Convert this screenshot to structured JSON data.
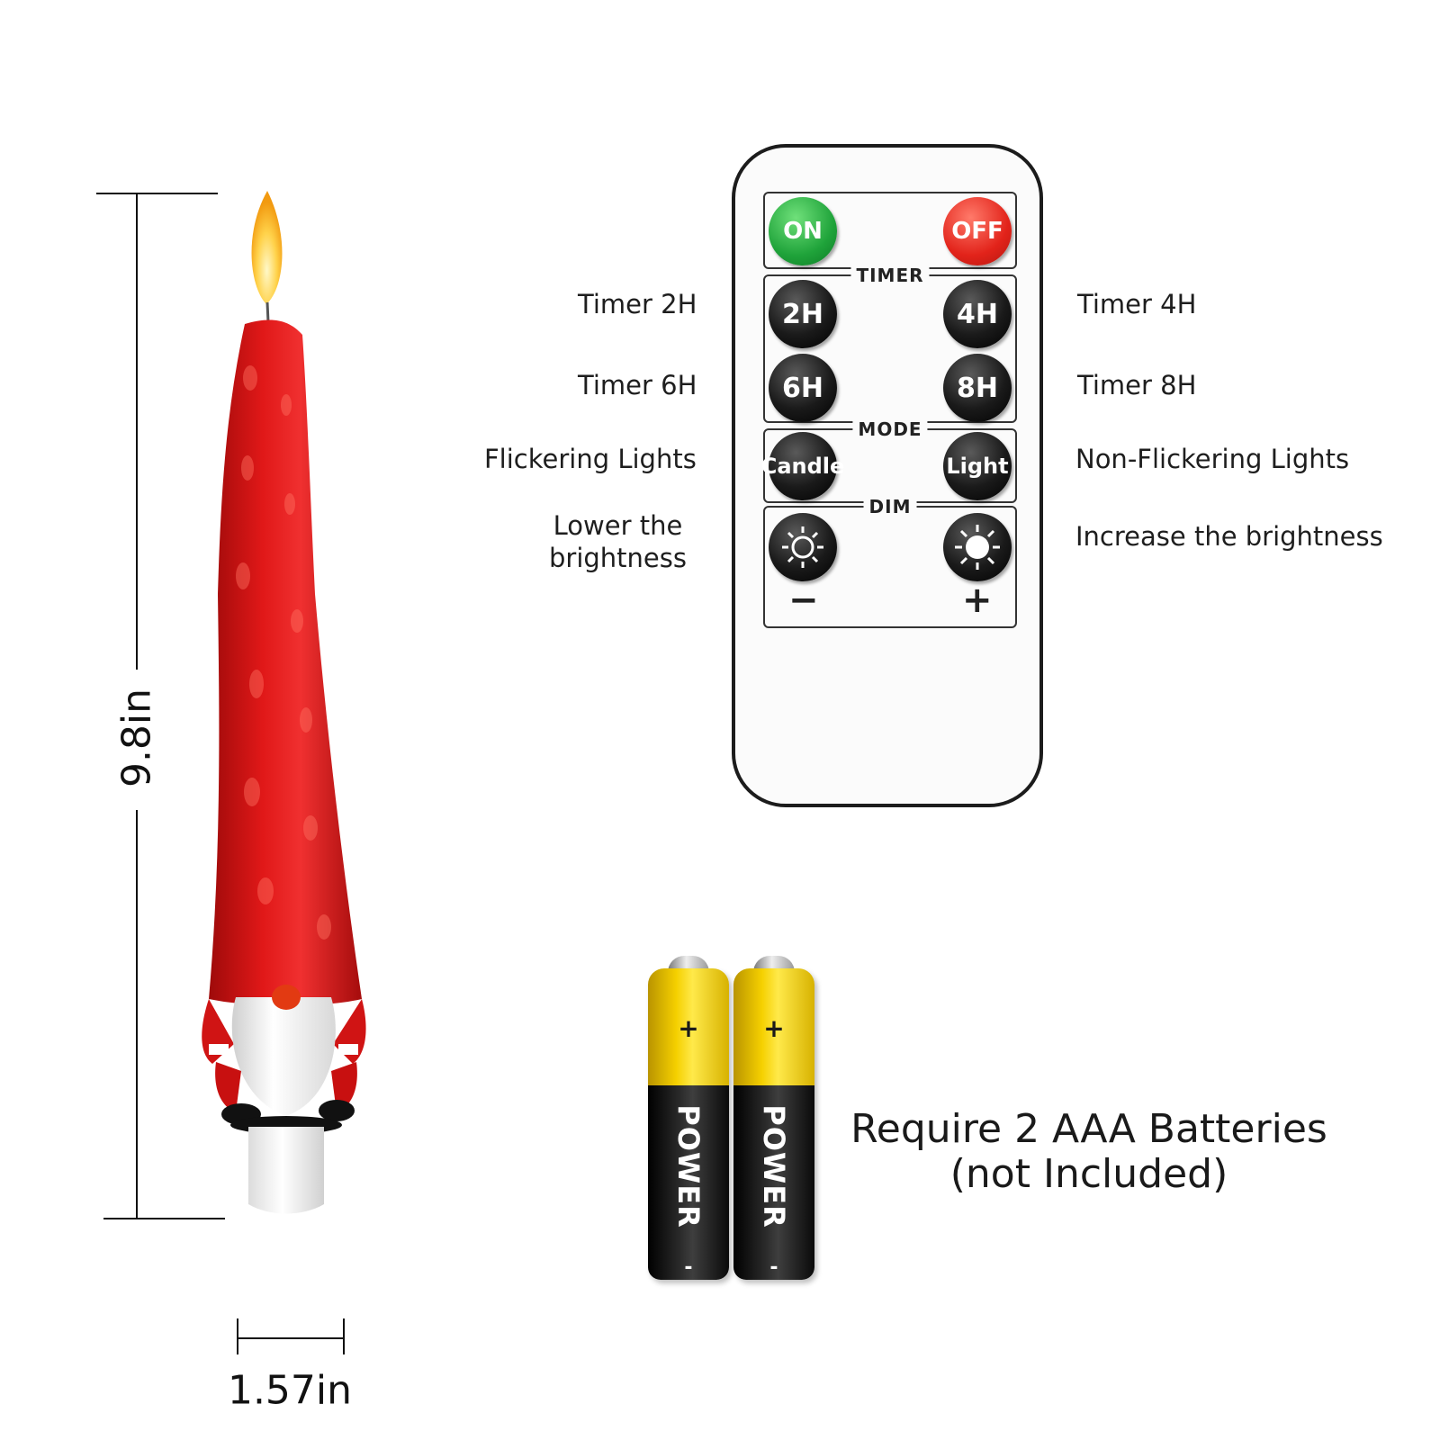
{
  "dimensions": {
    "height": "9.8in",
    "width": "1.57in"
  },
  "remote": {
    "power": {
      "on_label": "ON",
      "off_label": "OFF",
      "on_color": "#1fa33a",
      "off_color": "#e2231a"
    },
    "timer": {
      "title": "TIMER",
      "buttons": [
        "2H",
        "4H",
        "6H",
        "8H"
      ]
    },
    "mode": {
      "title": "MODE",
      "buttons": [
        "Candle",
        "Light"
      ]
    },
    "dim": {
      "title": "DIM",
      "minus": "−",
      "plus": "+",
      "icons": [
        "sun-dim-icon",
        "sun-bright-icon"
      ]
    }
  },
  "callouts": {
    "timer_2h": "Timer 2H",
    "timer_4h": "Timer 4H",
    "timer_6h": "Timer 6H",
    "timer_8h": "Timer 8H",
    "flickering": "Flickering Lights",
    "non_flickering": "Non-Flickering Lights",
    "lower_line1": "Lower the",
    "lower_line2": "brightness",
    "increase": "Increase the brightness"
  },
  "batteries": {
    "brand": "POWER",
    "plus": "+",
    "minus": "-",
    "count": 2,
    "caption_line1": "Require 2 AAA Batteries",
    "caption_line2": "(not Included)"
  }
}
